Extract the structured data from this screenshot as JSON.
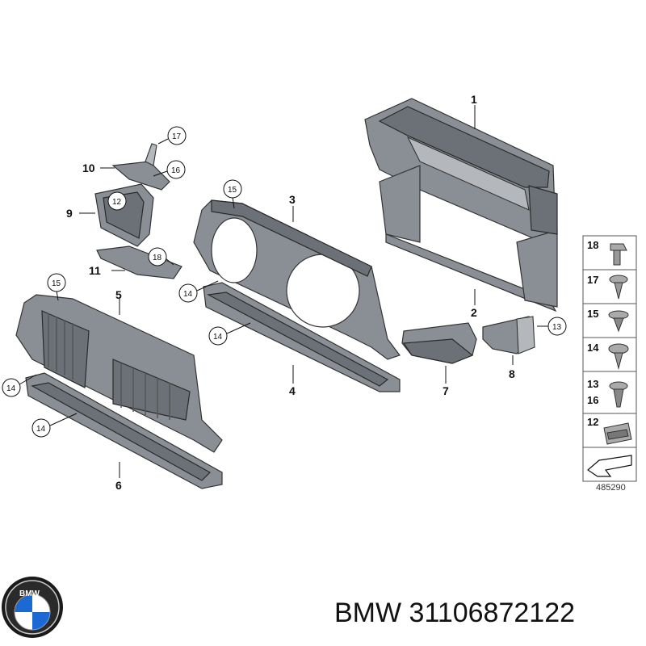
{
  "diagram": {
    "callouts": {
      "p1": "1",
      "p2": "2",
      "p3": "3",
      "p4": "4",
      "p5": "5",
      "p6": "6",
      "p7": "7",
      "p8": "8",
      "p9": "9",
      "p10": "10",
      "p11": "11",
      "c12": "12",
      "c13": "13",
      "c14a": "14",
      "c14b": "14",
      "c14c": "14",
      "c14d": "14",
      "c15a": "15",
      "c15b": "15",
      "c16": "16",
      "c17": "17",
      "c18": "18"
    },
    "fastener_legend": [
      "18",
      "17",
      "15",
      "14",
      "13",
      "16",
      "12"
    ],
    "doc_id": "485290"
  },
  "brand": {
    "logo_letters": "BMW",
    "caption": "BMW 31106872122"
  },
  "colors": {
    "plastic": "#8a8f95",
    "plastic_dark": "#6c7177",
    "outline": "#333333",
    "logo_blue": "#1c69d4"
  }
}
